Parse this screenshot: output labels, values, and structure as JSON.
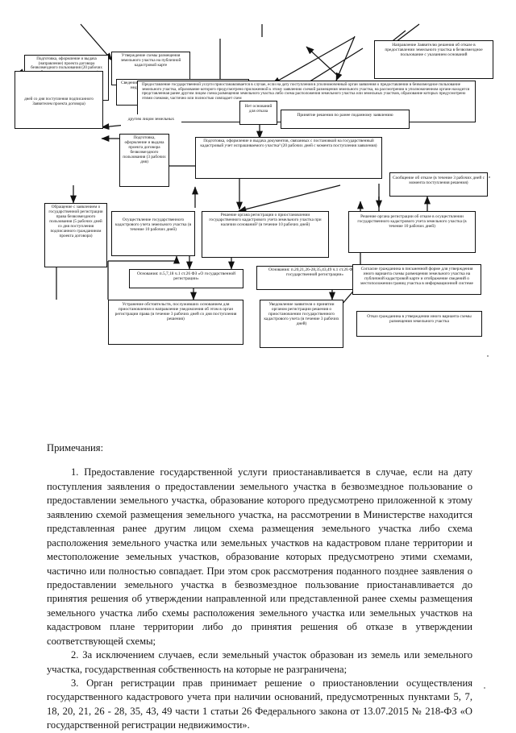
{
  "document": {
    "type": "scanned-flowchart-with-notes",
    "language": "ru"
  },
  "diagram": {
    "name": "process-flowchart",
    "boxes": [
      {
        "id": "podgotovka-proekta-dogovora",
        "text": "Подготовка, оформление и выдача (направление) проекта договора безвозмездного пользования (20 рабочих дней со дня поступления заявления)"
      },
      {
        "id": "dnej-so-dnya-postupleniya",
        "text": "дней со дня поступления подписанного Заявителем проекта договора)"
      },
      {
        "id": "utverzhdenie-shemy",
        "text": "Утверждение схемы размещения земельного участка на публичной кадастровой карте"
      },
      {
        "id": "svedeniya-ne-vneseny",
        "text": "Сведения о земельном участке не внесены в государственный реестр недвижимости и земельный участок предстоит образовать"
      },
      {
        "id": "osnovaniya-dlya-priostanovleniya",
        "text": "Предоставление государственной услуги приостанавливается в случае, если на дату поступления в уполномоченный орган заявления о предоставлении в безвозмездное пользование земельного участка, образование которого предусмотрено приложенной к этому заявлению схемой размещения земельного участка, на рассмотрении в уполномоченном органе находится представленная ранее другим лицом схема размещения земельного участка либо схема расположения земельного участка или земельных участков, образование которых предусмотрено этими схемами, частично или полностью совпадает схем"
      },
      {
        "id": "net-osnovanij-dlya-otkaza",
        "text": "Нет оснований для отказа"
      },
      {
        "id": "prinyatie-resheniya-po-ranee-podannomu",
        "text": "Принятие решения по ранее поданному заявлению"
      },
      {
        "id": "napravlenie-zayavitelyu-otkaz",
        "text": "Направление Заявителю решения  об отказе в предоставлении земельного участка в безвозмездное пользование с указанием оснований"
      },
      {
        "id": "podgotovka-dokumentov-kadastr",
        "text": "Подготовка, оформление и выдача документов, связанных с постановкой на государственный кадастровый учет испрашиваемого участка³ (20 рабочих дней с момента поступления заявления)"
      },
      {
        "id": "podgotovka-vydacha-proekta-dogovora",
        "text": "Подготовка, оформление и выдача  проекта договора безвозмездного пользования (3 рабочих дня)"
      },
      {
        "id": "obrashchenie-s-zayavleniem",
        "text": "Обращение с заявлением о государственной регистрации права безвозмездного пользования (5 рабочих дней со дня поступления подписанного гражданином проекта договора)"
      },
      {
        "id": "osushchestvlenie-kadastrovogo-ucheta",
        "text": "Осуществление государственного кадастрового учета земельного участка (в течение 10 рабочих дней)"
      },
      {
        "id": "reshenie-o-priostanovlenii",
        "text": "Решение органа регистрации о приостановлении государственного кадастрового учета земельного участка при наличии оснований² (в течение 10 рабочих дней)"
      },
      {
        "id": "reshenie-ob-otkaze-v-kadastrovom-uchete",
        "text": "Решение органа регистрации об отказе в осуществлении государственного кадастрового учета земельного участка (в течение 10 рабочих дней)"
      },
      {
        "id": "soobshchenie-ob-otkaze",
        "text": "Сообщение об отказе (в течение 3 рабочих дней с момента поступления решения)"
      },
      {
        "id": "osnovaniya-5-7-18",
        "text": "Основания: п.5,7,18 ч.1 ст.26 ФЗ «О государственной регистрации»"
      },
      {
        "id": "osnovaniya-20-21-26",
        "text": "Основания: п.20,21,26-28,35,43,49 ч.1 ст.26 ФЗ «О государственной регистрации»"
      },
      {
        "id": "ustranenie-obstoyatelstv",
        "text": "Устранение обстоятельств, послуживших основанием для приостановления и направление уведомления об этом в орган регистрации права (в течение 3 рабочих дней со дня поступления решения)"
      },
      {
        "id": "uvedomlenie-zayavitelya",
        "text": "Уведомление заявителя о принятии органом регистрации решения о приостановлении государственного кадастрового учета (в течение 3 рабочих дней)"
      },
      {
        "id": "soglasie-grazhdanina",
        "text": "Согласие гражданина в письменной форме для утверждения иного варианта схемы размещения земельного участка на публичной кадастровой карте и отображение сведений о местоположении границ участка в информационной системе"
      },
      {
        "id": "otkaz-grazhdanina",
        "text": "Отказ гражданина в утверждении иного варианта схемы размещения земельного участка"
      },
      {
        "id": "drugim-licom-zemelnyh",
        "text": "другим лицом земельных"
      }
    ]
  },
  "notes": {
    "heading": "Примечания:",
    "items": [
      "1. Предоставление государственной услуги приостанавливается в случае, если на дату поступления заявления о предоставлении земельного участка в безвозмездное пользование о предоставлении земельного участка, образование которого предусмотрено приложенной к этому заявлению схемой размещения земельного участка, на рассмотрении в Министерстве находится представленная ранее другим лицом схема размещения земельного участка либо схема расположения земельного участка или земельных участков на кадастровом плане территории и местоположение земельных участков, образование которых предусмотрено этими схемами, частично или полностью совпадает. При этом срок рассмотрения поданного позднее заявления о предоставлении земельного участка в безвозмездное пользование приостанавливается до принятия решения об утверждении направленной или представленной ранее схемы размещения земельного участка либо схемы расположения земельного участка или земельных участков на кадастровом плане территории либо до принятия решения об отказе в утверждении соответствующей схемы;",
      "2. За исключением случаев, если земельный участок образован из земель или земельного участка, государственная собственность на которые не разграничена;",
      "3. Орган регистрации прав принимает решение о приостановлении осуществления государственного кадастрового учета при наличии оснований, предусмотренных пунктами 5, 7, 18, 20, 21, 26 - 28, 35, 43, 49 части 1 статьи 26 Федерального закона от 13.07.2015 № 218-ФЗ «О государственной регистрации недвижимости»."
    ]
  }
}
